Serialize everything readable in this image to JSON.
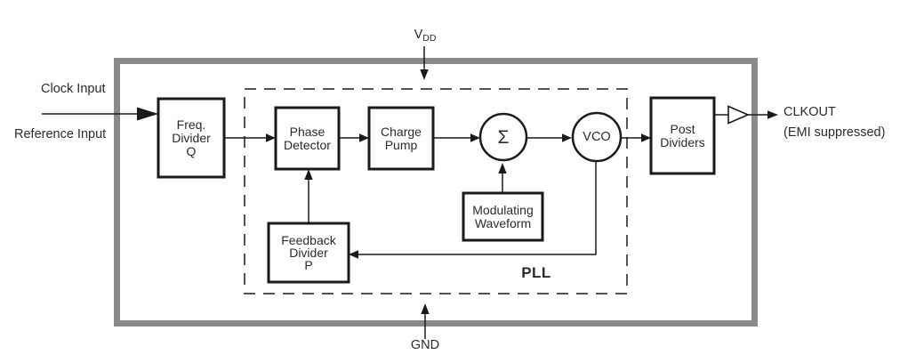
{
  "labels": {
    "clock_input": "Clock Input",
    "reference_input": "Reference Input",
    "vdd_main": "V",
    "vdd_sub": "DD",
    "gnd": "GND",
    "pll": "PLL",
    "clkout": "CLKOUT",
    "clkout_note": "(EMI suppressed)"
  },
  "blocks": {
    "freq_divider": "Freq.\nDivider\nQ",
    "phase_detector": "Phase\nDetector",
    "charge_pump": "Charge\nPump",
    "sigma": "Σ",
    "modulating_waveform": "Modulating\nWaveform",
    "feedback_divider": "Feedback\nDivider\nP",
    "vco": "VCO",
    "post_dividers": "Post\nDividers"
  },
  "colors": {
    "frame_gray": "#8a8a8a",
    "line_black": "#1a1a1a",
    "background": "#ffffff"
  }
}
